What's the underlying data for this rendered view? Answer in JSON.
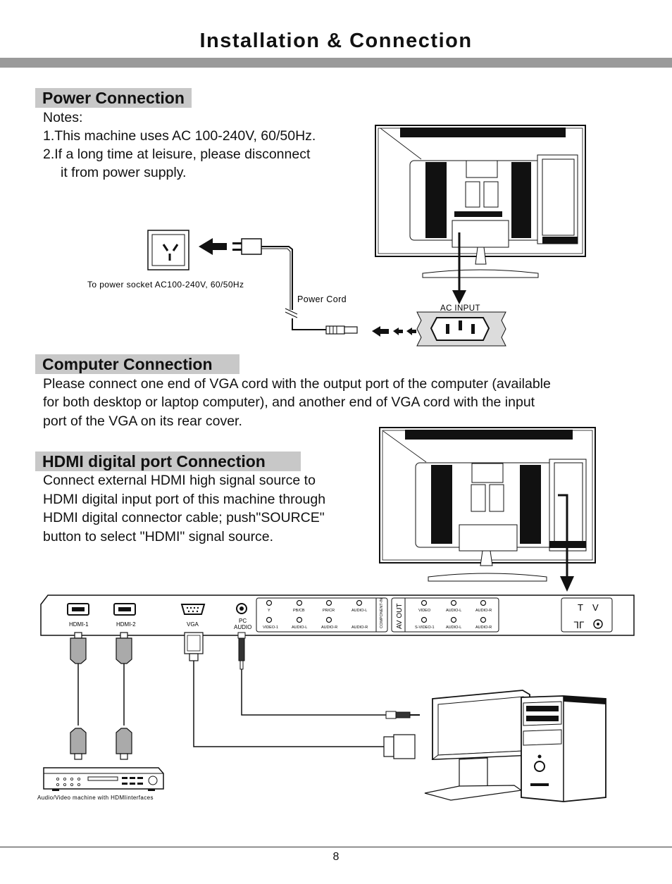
{
  "page_title": "Installation & Connection",
  "power": {
    "heading": "Power Connection",
    "notes_label": "Notes:",
    "note1": "1.This machine uses AC 100-240V, 60/50Hz.",
    "note2a": "2.If a long time at leisure, please disconnect",
    "note2b": "it from power supply.",
    "socket_caption": "To power socket AC100-240V, 60/50Hz",
    "cord_label": "Power Cord",
    "ac_input_label": "AC INPUT"
  },
  "computer": {
    "heading": "Computer Connection",
    "line1": "Please connect one end of VGA cord with the output port of the computer (available",
    "line2": "for both desktop or laptop computer), and another end of VGA cord with the input",
    "line3": "port of the VGA on its rear cover."
  },
  "hdmi": {
    "heading": "HDMI digital port Connection",
    "line1": "Connect external HDMI high signal source to",
    "line2": "HDMI digital input port of this machine through",
    "line3": "HDMI digital connector cable; push\"SOURCE\"",
    "line4": "button to select \"HDMI\" signal source."
  },
  "panel": {
    "hdmi1": "HDMI-1",
    "hdmi2": "HDMI-2",
    "vga": "VGA",
    "pc": "PC",
    "pc_audio": "AUDIO",
    "y": "Y",
    "pbcb": "PB/CB",
    "prcr": "PR/CR",
    "audio_l": "AUDIO-L",
    "audio_r": "AUDIO-R",
    "video1": "VIDEO-1",
    "component_in": "COMPONENT-IN",
    "av_out": "AV OUT",
    "video": "VIDEO",
    "svideo1": "S-VIDEO-1",
    "tv_t": "T",
    "tv_v": "V"
  },
  "av_machine_caption": "Audio/Video machine with HDMIinterfaces",
  "page_number": "8"
}
